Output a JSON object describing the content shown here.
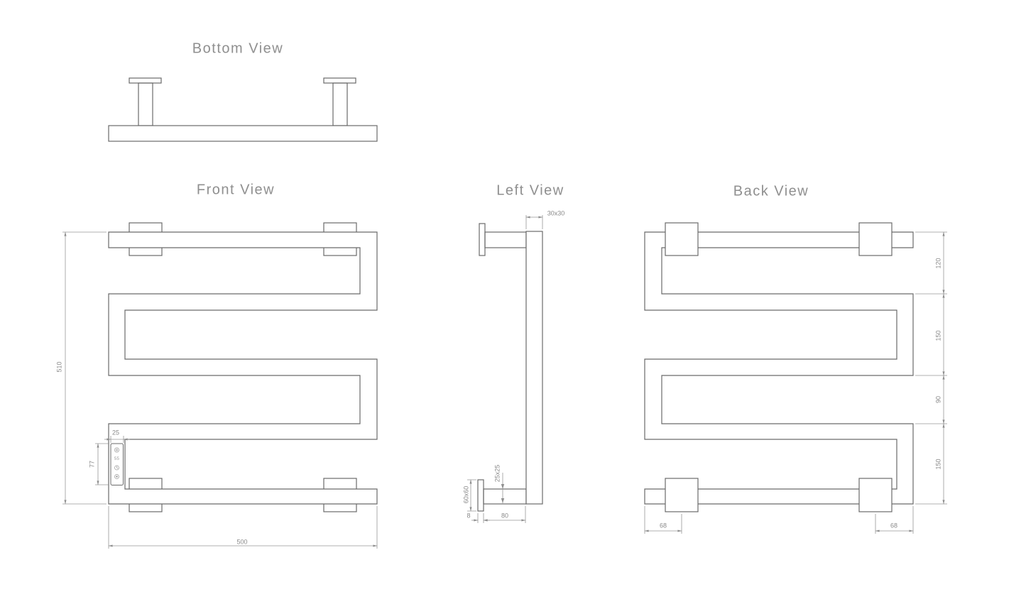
{
  "drawing": {
    "type": "technical-drawing",
    "subject": "Heated towel rail orthographic projection",
    "colors": {
      "background": "#ffffff",
      "object_line": "#6a6a6a",
      "dimension_line": "#979797",
      "text": "#8c8c8c"
    },
    "views": {
      "bottom": {
        "title": "Bottom View"
      },
      "front": {
        "title": "Front View",
        "dims": {
          "overall_height": "510",
          "overall_width": "500",
          "panel_width": "25",
          "panel_height": "77"
        },
        "control_panel": {
          "display_value": "55",
          "icons": [
            "power-indicator-icon",
            "timer-icon",
            "temperature-icon"
          ]
        }
      },
      "left": {
        "title": "Left View",
        "dims": {
          "tube_section": "30x30",
          "arm_section": "25x25",
          "wall_plate": "60x60",
          "plate_thickness": "8",
          "arm_length": "80"
        }
      },
      "back": {
        "title": "Back View",
        "dims": {
          "segment_1": "120",
          "segment_2": "150",
          "segment_3": "90",
          "segment_4": "150",
          "bracket_offset_left": "68",
          "bracket_offset_right": "68"
        }
      }
    }
  }
}
